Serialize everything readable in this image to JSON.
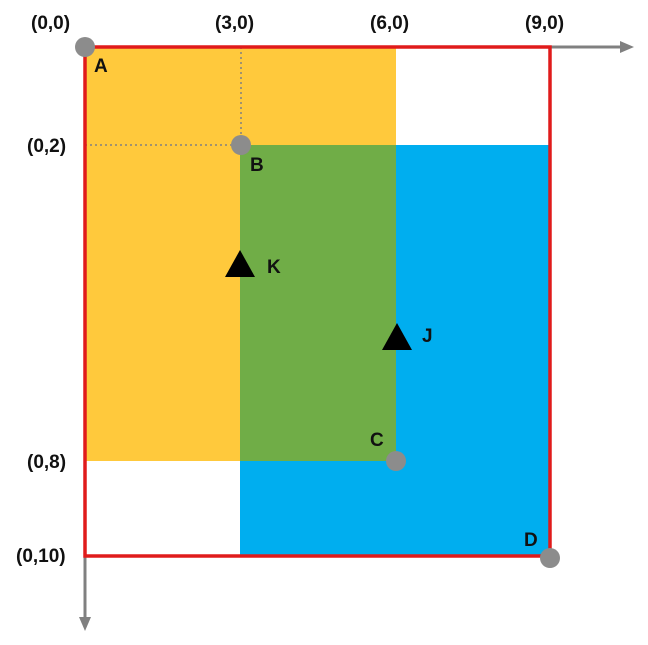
{
  "colors": {
    "yellow_region": "#FFC93C",
    "blue_region": "#00AEEF",
    "overlap_region": "#70AD47",
    "boundary": "#E01B1B",
    "axis": "#808080",
    "point": "#8C8C8C",
    "marker": "#000000"
  },
  "axis_labels": {
    "origin": "(0,0)",
    "x3": "(3,0)",
    "x6": "(6,0)",
    "x9": "(9,0)",
    "y2": "(0,2)",
    "y8": "(0,8)",
    "y10": "(0,10)"
  },
  "points": {
    "A": "A",
    "B": "B",
    "C": "C",
    "D": "D",
    "K": "K",
    "J": "J"
  },
  "icons": {
    "circle_point": "grey-dot-icon",
    "triangle_marker": "black-triangle-icon"
  }
}
